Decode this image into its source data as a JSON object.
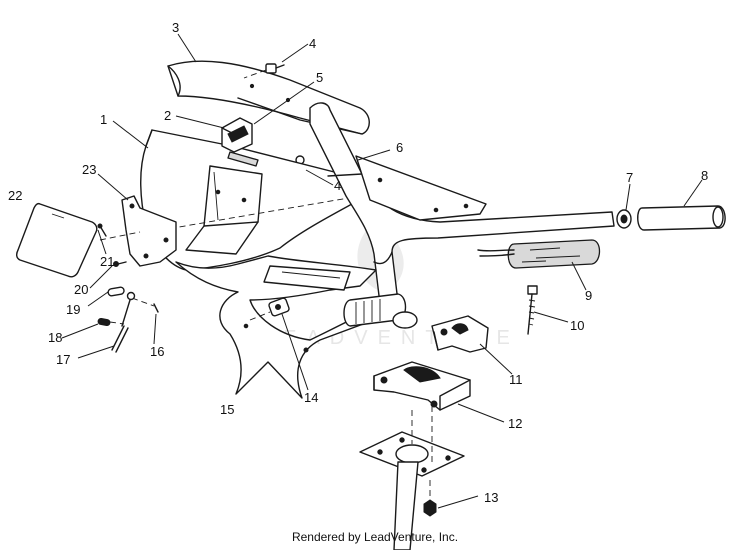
{
  "watermark": "LEADVENTURE",
  "footer": "Rendered by LeadVenture, Inc.",
  "callouts": [
    {
      "n": "1",
      "text": "1"
    },
    {
      "n": "2",
      "text": "2"
    },
    {
      "n": "3",
      "text": "3"
    },
    {
      "n": "4",
      "text": "4"
    },
    {
      "n": "4b",
      "text": "4"
    },
    {
      "n": "5",
      "text": "5"
    },
    {
      "n": "6",
      "text": "6"
    },
    {
      "n": "7",
      "text": "7"
    },
    {
      "n": "8",
      "text": "8"
    },
    {
      "n": "9",
      "text": "9"
    },
    {
      "n": "10",
      "text": "10"
    },
    {
      "n": "11",
      "text": "11"
    },
    {
      "n": "12",
      "text": "12"
    },
    {
      "n": "13",
      "text": "13"
    },
    {
      "n": "14",
      "text": "14"
    },
    {
      "n": "15",
      "text": "15"
    },
    {
      "n": "16",
      "text": "16"
    },
    {
      "n": "17",
      "text": "17"
    },
    {
      "n": "18",
      "text": "18"
    },
    {
      "n": "19",
      "text": "19"
    },
    {
      "n": "20",
      "text": "20"
    },
    {
      "n": "21",
      "text": "21"
    },
    {
      "n": "22",
      "text": "22"
    },
    {
      "n": "23",
      "text": "23"
    }
  ]
}
